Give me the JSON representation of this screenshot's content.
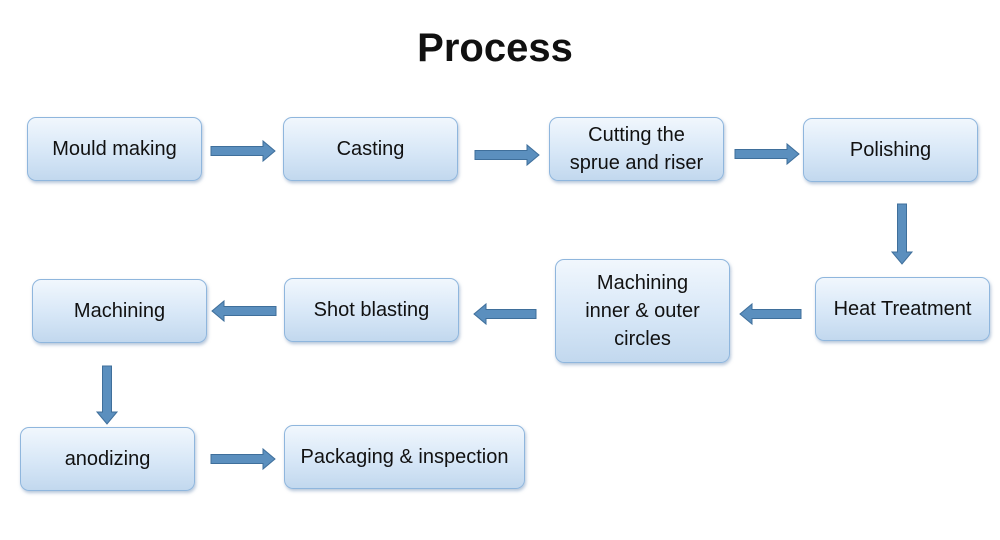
{
  "title": "Process",
  "steps": [
    {
      "id": "mould-making",
      "label": "Mould making"
    },
    {
      "id": "casting",
      "label": "Casting"
    },
    {
      "id": "cutting-sprue-riser",
      "label": "Cutting the\nsprue and riser"
    },
    {
      "id": "polishing",
      "label": "Polishing"
    },
    {
      "id": "heat-treatment",
      "label": "Heat Treatment"
    },
    {
      "id": "machining-circles",
      "label": "Machining\ninner & outer\ncircles"
    },
    {
      "id": "shot-blasting",
      "label": "Shot blasting"
    },
    {
      "id": "machining",
      "label": "Machining"
    },
    {
      "id": "anodizing",
      "label": "anodizing"
    },
    {
      "id": "packaging-inspection",
      "label": "Packaging & inspection"
    }
  ],
  "flow": [
    [
      "mould-making",
      "casting"
    ],
    [
      "casting",
      "cutting-sprue-riser"
    ],
    [
      "cutting-sprue-riser",
      "polishing"
    ],
    [
      "polishing",
      "heat-treatment"
    ],
    [
      "heat-treatment",
      "machining-circles"
    ],
    [
      "machining-circles",
      "shot-blasting"
    ],
    [
      "shot-blasting",
      "machining"
    ],
    [
      "machining",
      "anodizing"
    ],
    [
      "anodizing",
      "packaging-inspection"
    ]
  ],
  "colors": {
    "arrow_fill": "#5b8fbe",
    "arrow_stroke": "#3f6f9b",
    "box_border": "#8fb6dd",
    "box_top": "#f1f7fd",
    "box_bottom": "#c2d8ee"
  }
}
